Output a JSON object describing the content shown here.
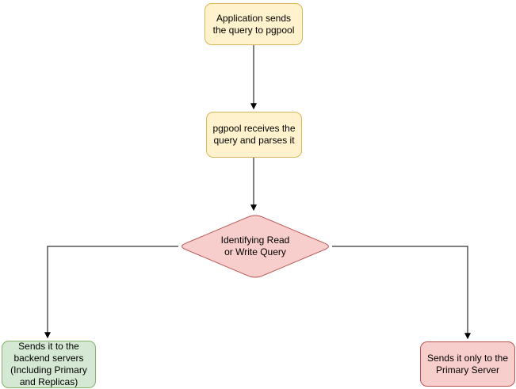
{
  "diagram": {
    "type": "flowchart",
    "background_color": "#ffffff",
    "connector_color": "#000000",
    "nodes": [
      {
        "id": "application-sends-query",
        "shape": "rounded-rectangle",
        "label": "Application sends the query to pgpool",
        "fill": "#fff2cc",
        "stroke": "#d6b656"
      },
      {
        "id": "pgpool-receives-query",
        "shape": "rounded-rectangle",
        "label": "pgpool receives the query and parses it",
        "fill": "#fff2cc",
        "stroke": "#d6b656"
      },
      {
        "id": "identify-query-type",
        "shape": "diamond",
        "label": "Identifying Read or Write Query",
        "fill": "#f8cecc",
        "stroke": "#b85450"
      },
      {
        "id": "send-to-backend-servers",
        "shape": "rounded-rectangle",
        "label": "Sends it to the backend servers (Including Primary and Replicas)",
        "fill": "#d5e8d4",
        "stroke": "#82b366"
      },
      {
        "id": "send-to-primary-only",
        "shape": "rounded-rectangle",
        "label": "Sends it only to the Primary Server",
        "fill": "#f8cecc",
        "stroke": "#b85450"
      }
    ],
    "edges": [
      {
        "from": "application-sends-query",
        "to": "pgpool-receives-query"
      },
      {
        "from": "pgpool-receives-query",
        "to": "identify-query-type"
      },
      {
        "from": "identify-query-type",
        "to": "send-to-backend-servers"
      },
      {
        "from": "identify-query-type",
        "to": "send-to-primary-only"
      }
    ]
  }
}
